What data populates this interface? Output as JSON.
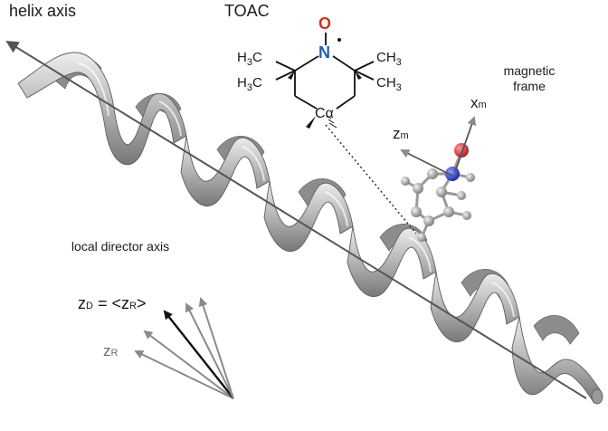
{
  "labels": {
    "helix_axis": "helix axis",
    "toac": "TOAC",
    "magnetic_frame": "magnetic frame",
    "local_director_axis": "local director axis",
    "zd_main": "z",
    "zd_sub": "D",
    "zd_eq": " = <z",
    "zd_sub2": "R",
    "zd_close": ">",
    "zr_main": "z",
    "zr_sub": "R",
    "xm_main": "x",
    "xm_sub": "m",
    "zm_main": "z",
    "zm_sub": "m"
  },
  "molecule": {
    "o_atom": "O",
    "n_atom": "N",
    "h3c_top": "H3C",
    "h3c_bottom": "H3C",
    "ch3_top": "CH3",
    "ch3_bottom": "CH3",
    "c_alpha": "Cα"
  },
  "colors": {
    "oxygen": "#c8341c",
    "nitrogen": "#1f5fb0",
    "helix": "#a9a9a9",
    "axis": "#555555"
  }
}
